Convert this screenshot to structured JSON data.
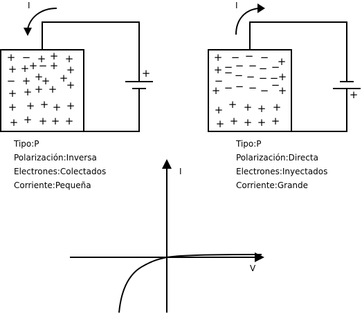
{
  "circuits": [
    {
      "current_label": "I",
      "battery_plus": "+",
      "info": {
        "tipo": "Tipo:P",
        "polarizacion": "Polarización:Inversa",
        "electrones": "Electrones:Colectados",
        "corriente": "Corriente:Pequeña"
      }
    },
    {
      "current_label": "I",
      "battery_plus": "+",
      "info": {
        "tipo": "Tipo:P",
        "polarizacion": "Polarización:Directa",
        "electrones": "Electrones:Inyectados",
        "corriente": "Corriente:Grande"
      }
    }
  ],
  "graph": {
    "y_label": "I",
    "x_label": "V"
  },
  "signs": {
    "plus": "+",
    "minus": "−"
  }
}
